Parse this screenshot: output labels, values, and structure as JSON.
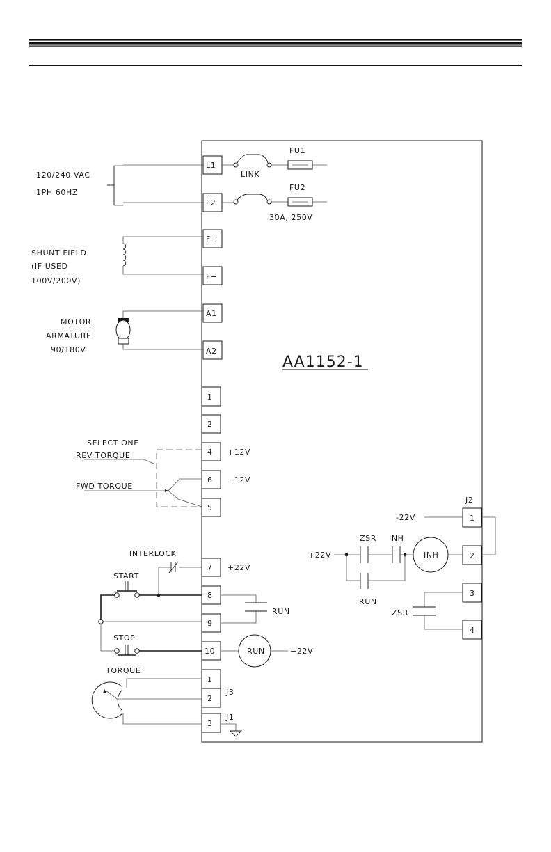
{
  "diagram": {
    "title": "AA1152-1",
    "supply": {
      "line1": "120/240 VAC",
      "line2": "1PH 60HZ"
    },
    "shunt": {
      "line1": "SHUNT FIELD",
      "line2": "(IF USED",
      "line3": "100V/200V)"
    },
    "motor": {
      "line1": "MOTOR",
      "line2": "ARMATURE",
      "line3": "90/180V"
    },
    "fuses": {
      "fu1": "FU1",
      "fu2": "FU2",
      "link": "LINK",
      "rating": "30A, 250V"
    },
    "terminals": {
      "l1": "L1",
      "l2": "L2",
      "fplus": "F+",
      "fminus": "F−",
      "a1": "A1",
      "a2": "A2",
      "t1": "1",
      "t2": "2",
      "t4": "4",
      "t6": "6",
      "t5": "5",
      "t7": "7",
      "t8": "8",
      "t9": "9",
      "t10": "10",
      "j3_1": "1",
      "j3_2": "2",
      "j3_3": "3",
      "j2_1": "1",
      "j2_2": "2",
      "j2_3": "3",
      "j2_4": "4"
    },
    "voltages": {
      "plus12": "+12V",
      "minus12": "−12V",
      "plus22": "+22V",
      "minus22": "−22V"
    },
    "select": {
      "line1": "SELECT ONE",
      "rev": "REV TORQUE",
      "fwd": "FWD TORQUE"
    },
    "controls": {
      "interlock": "INTERLOCK",
      "start": "START",
      "stop": "STOP",
      "torque": "TORQUE",
      "run_contact": "RUN",
      "run_relay": "RUN"
    },
    "connectors": {
      "j1": "J1",
      "j2": "J2",
      "j3": "J3"
    },
    "j2_logic": {
      "minus22": "-22V",
      "plus22": "+22V",
      "zsr": "ZSR",
      "inh": "INH",
      "inh_coil": "INH",
      "run": "RUN",
      "zsr2": "ZSR"
    }
  }
}
